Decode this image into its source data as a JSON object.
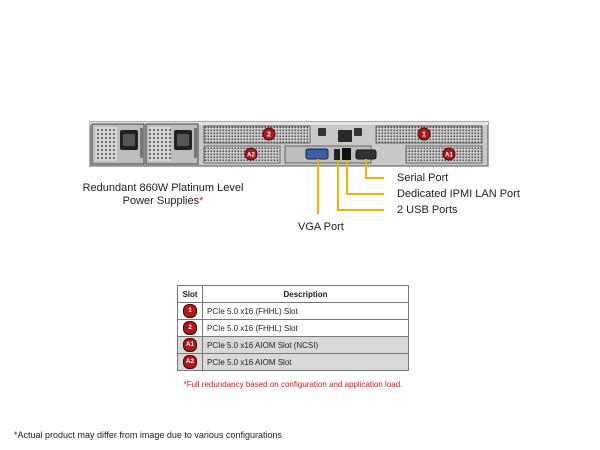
{
  "labels": {
    "power_supplies_line1": "Redundant  860W Platinum  Level",
    "power_supplies_line2": "Power Supplies",
    "asterisk": "*",
    "serial_port": "Serial Port",
    "ipmi_lan_port": "Dedicated IPMI  LAN Port",
    "usb_ports": "2 USB Ports",
    "vga_port": "VGA Port"
  },
  "badges": {
    "slot_1": "1",
    "slot_2": "2",
    "slot_a1": "A1",
    "slot_a2": "A2"
  },
  "table": {
    "headers": [
      "Slot",
      "Description"
    ],
    "rows": [
      {
        "badge": "1",
        "description": "PCIe 5.0 x16 (FHHL)  Slot"
      },
      {
        "badge": "2",
        "description": "PCIe 5.0 x16 (FHHL)  Slot"
      },
      {
        "badge": "A1",
        "description": "PCIe 5.0 x16 AIOM Slot (NCSI)"
      },
      {
        "badge": "A2",
        "description": "PCIe 5.0 x16 AIOM Slot"
      }
    ]
  },
  "note": "*Full redundancy  based on configuration  and application load.",
  "footer": "*Actual product may differ from image due to various configurations",
  "colors": {
    "callout_line": "#f0b400",
    "badge": "#b11818",
    "note": "#d42020",
    "chassis": "#c9c9c9"
  }
}
